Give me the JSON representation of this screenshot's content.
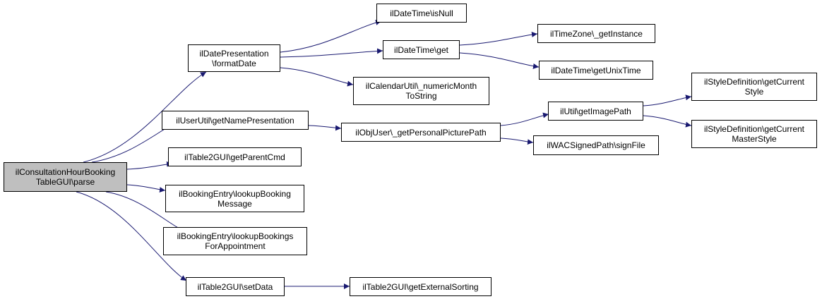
{
  "colors": {
    "edge": "#191970",
    "border": "#000000",
    "root_fill": "#bfbfbf",
    "node_fill": "#ffffff"
  },
  "nodes": [
    {
      "id": "root",
      "lines": [
        "ilConsultationHourBooking",
        "TableGUI\\parse"
      ],
      "highlight": true
    },
    {
      "id": "formatDate",
      "lines": [
        "ilDatePresentation",
        "\\formatDate"
      ]
    },
    {
      "id": "getNamePresentation",
      "lines": [
        "ilUserUtil\\getNamePresentation"
      ]
    },
    {
      "id": "getParentCmd",
      "lines": [
        "ilTable2GUI\\getParentCmd"
      ]
    },
    {
      "id": "lookupBookingMessage",
      "lines": [
        "ilBookingEntry\\lookupBooking",
        "Message"
      ]
    },
    {
      "id": "lookupBookingsForAppointment",
      "lines": [
        "ilBookingEntry\\lookupBookings",
        "ForAppointment"
      ]
    },
    {
      "id": "setData",
      "lines": [
        "ilTable2GUI\\setData"
      ]
    },
    {
      "id": "isNull",
      "lines": [
        "ilDateTime\\isNull"
      ]
    },
    {
      "id": "get",
      "lines": [
        "ilDateTime\\get"
      ]
    },
    {
      "id": "numericMonthToString",
      "lines": [
        "ilCalendarUtil\\_numericMonth",
        "ToString"
      ]
    },
    {
      "id": "getPersonalPicturePath",
      "lines": [
        "ilObjUser\\_getPersonalPicturePath"
      ]
    },
    {
      "id": "getExternalSorting",
      "lines": [
        "ilTable2GUI\\getExternalSorting"
      ]
    },
    {
      "id": "getInstance",
      "lines": [
        "ilTimeZone\\_getInstance"
      ]
    },
    {
      "id": "getUnixTime",
      "lines": [
        "ilDateTime\\getUnixTime"
      ]
    },
    {
      "id": "getImagePath",
      "lines": [
        "ilUtil\\getImagePath"
      ]
    },
    {
      "id": "signFile",
      "lines": [
        "ilWACSignedPath\\signFile"
      ]
    },
    {
      "id": "getCurrentStyle",
      "lines": [
        "ilStyleDefinition\\getCurrent",
        "Style"
      ]
    },
    {
      "id": "getCurrentMasterStyle",
      "lines": [
        "ilStyleDefinition\\getCurrent",
        "MasterStyle"
      ]
    }
  ],
  "edges": [
    [
      "root",
      "formatDate"
    ],
    [
      "root",
      "getNamePresentation"
    ],
    [
      "root",
      "getParentCmd"
    ],
    [
      "root",
      "lookupBookingMessage"
    ],
    [
      "root",
      "lookupBookingsForAppointment"
    ],
    [
      "root",
      "setData"
    ],
    [
      "formatDate",
      "isNull"
    ],
    [
      "formatDate",
      "get"
    ],
    [
      "formatDate",
      "numericMonthToString"
    ],
    [
      "get",
      "getInstance"
    ],
    [
      "get",
      "getUnixTime"
    ],
    [
      "getNamePresentation",
      "getPersonalPicturePath"
    ],
    [
      "getPersonalPicturePath",
      "getImagePath"
    ],
    [
      "getPersonalPicturePath",
      "signFile"
    ],
    [
      "getImagePath",
      "getCurrentStyle"
    ],
    [
      "getImagePath",
      "getCurrentMasterStyle"
    ],
    [
      "setData",
      "getExternalSorting"
    ]
  ]
}
